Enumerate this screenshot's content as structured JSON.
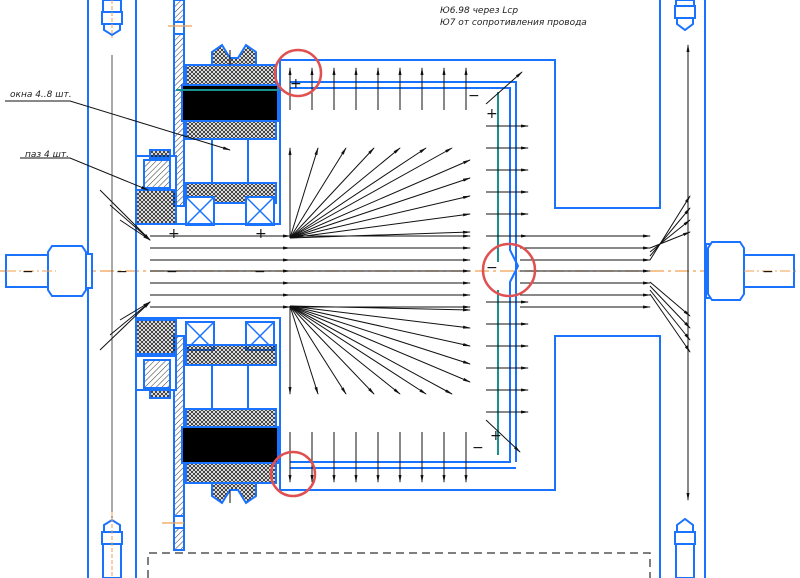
{
  "title_notes": [
    "Ю6.98 через Lср",
    "Ю7 от сопротивления провода"
  ],
  "callouts": {
    "windows": "окна 4..8 шт.",
    "slots": "паз 4 шт."
  },
  "polarity": {
    "plus": "+",
    "minus": "−"
  },
  "colors": {
    "outline": "#1a73ff",
    "axis": "#f0a050",
    "arrows": "#111111",
    "highlight": "#e05050",
    "teal": "#1a9090",
    "hatch": "#333333"
  }
}
